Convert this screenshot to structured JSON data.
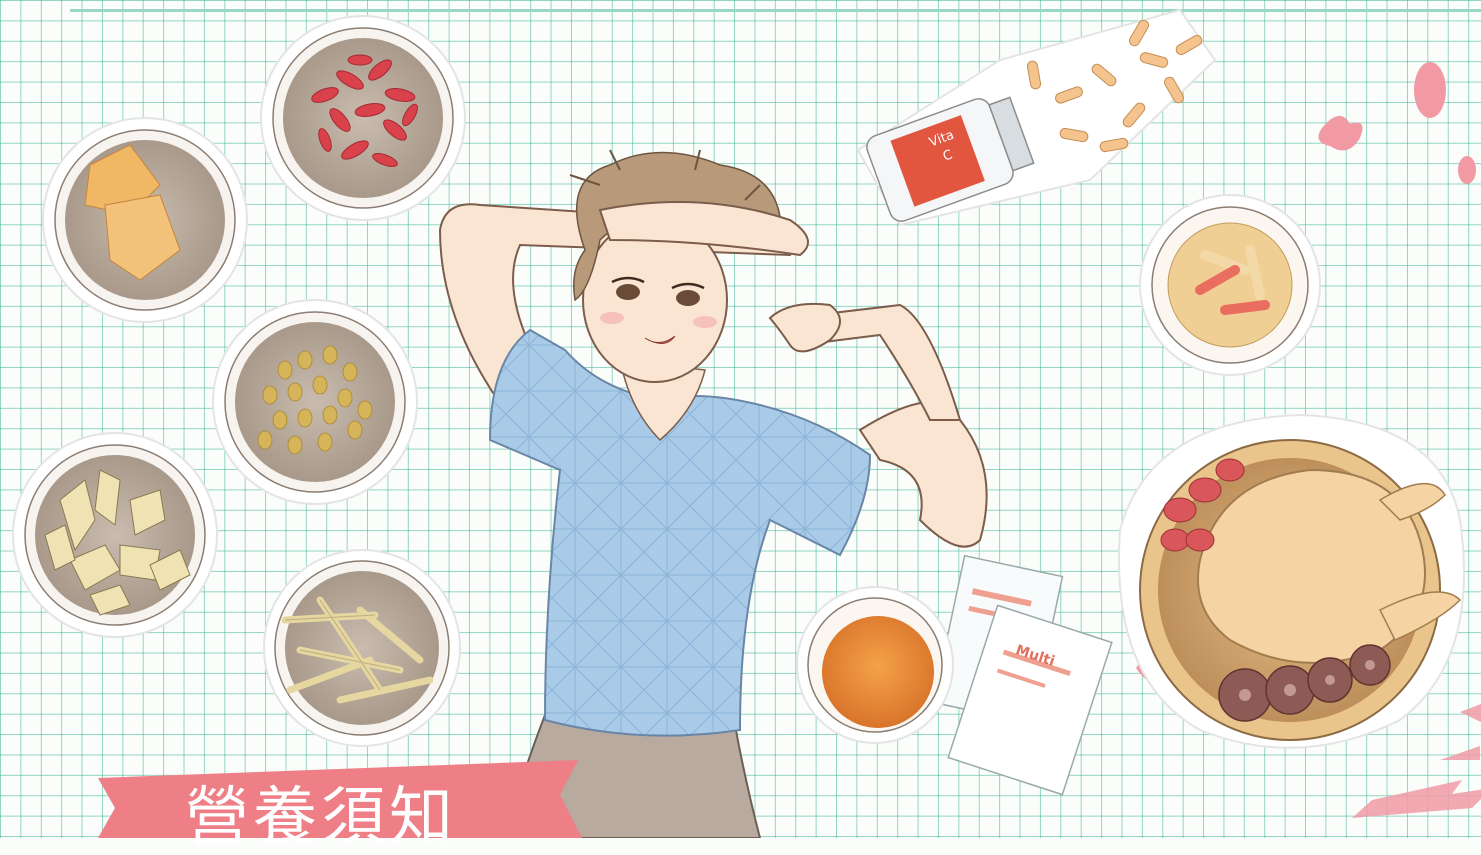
{
  "banner": {
    "title": "營養須知"
  },
  "bottle": {
    "label_line1": "Vita",
    "label_line2": "C"
  },
  "packets": {
    "front_label": "Multi"
  },
  "colors": {
    "grid": "#3cb496",
    "banner": "#ef7f86",
    "shirt": "#a9cbe8",
    "bottle_label": "#e2553e",
    "tea": "#e98a3a",
    "goji": "#d9414b",
    "skin": "#f9e2cf",
    "hair": "#b8997a"
  },
  "items": {
    "bowls": [
      "goji-berry-bowl",
      "sliced-root-bowl",
      "seed-bowl",
      "dried-slice-bowl",
      "root-stick-bowl",
      "herbal-soup-bowl",
      "tea-bowl",
      "chicken-soup-pot"
    ]
  }
}
